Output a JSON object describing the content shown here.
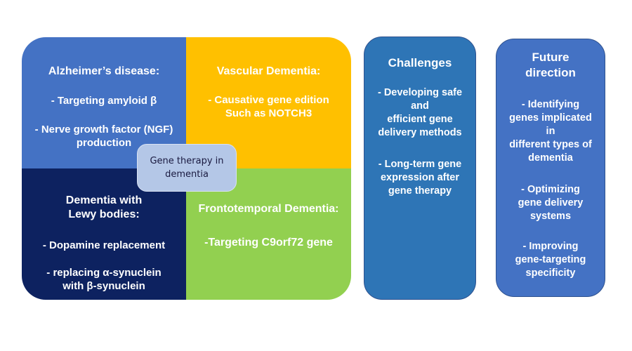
{
  "colors": {
    "alzheimers": "#4472c4",
    "vascular": "#ffc000",
    "lewy": "#0d2260",
    "frontotemporal": "#92d050",
    "center": "#b4c7e7",
    "challenges": "#2e75b6",
    "future": "#4472c4"
  },
  "center": {
    "lines": [
      "Gene therapy in",
      "dementia"
    ]
  },
  "alzheimers": {
    "title": "Alzheimer’s disease:",
    "item1": "- Targeting amyloid β",
    "item2_lines": [
      "- Nerve growth factor (NGF)",
      "production"
    ]
  },
  "vascular": {
    "title": "Vascular Dementia:",
    "item1_lines": [
      "- Causative gene edition",
      "Such as NOTCH3"
    ]
  },
  "lewy": {
    "title_lines": [
      "Dementia with",
      "Lewy bodies:"
    ],
    "item1": "- Dopamine replacement",
    "item2_lines": [
      "- replacing α-synuclein",
      "with β-synuclein"
    ]
  },
  "frontotemporal": {
    "title": "Frontotemporal Dementia:",
    "item1": "-Targeting C9orf72 gene"
  },
  "challenges": {
    "title": "Challenges",
    "item1_lines": [
      "- Developing safe",
      "and",
      "efficient gene",
      "delivery methods"
    ],
    "item2_lines": [
      "- Long-term gene",
      "expression after",
      "gene therapy"
    ]
  },
  "future": {
    "title_lines": [
      "Future",
      "direction"
    ],
    "item1_lines": [
      "- Identifying",
      "genes implicated",
      "in",
      "different types of",
      "dementia"
    ],
    "item2_lines": [
      "- Optimizing",
      "gene delivery",
      "systems"
    ],
    "item3_lines": [
      "- Improving",
      "gene-targeting",
      "specificity"
    ]
  }
}
